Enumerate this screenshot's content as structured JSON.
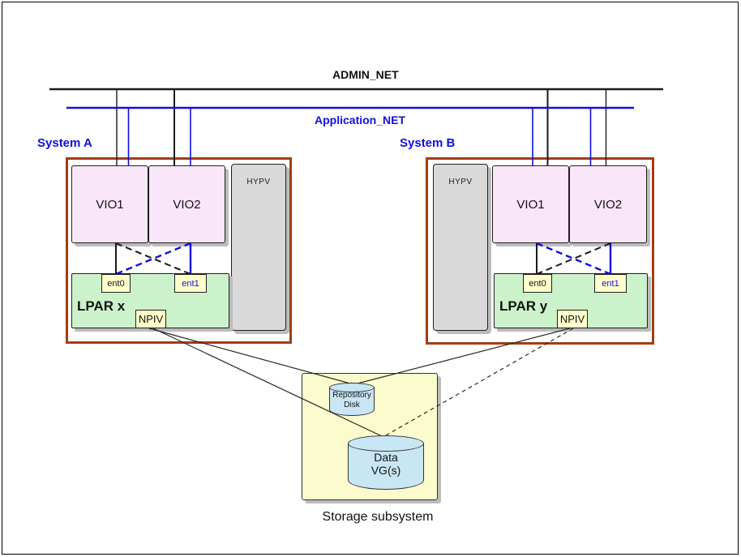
{
  "networks": {
    "admin_label": "ADMIN_NET",
    "application_label": "Application_NET"
  },
  "system_a": {
    "title": "System A",
    "vio1_label": "VIO1",
    "vio2_label": "VIO2",
    "hypv_label": "HYPV",
    "lpar_label": "LPAR x",
    "ent0_label": "ent0",
    "ent1_label": "ent1",
    "npiv_label": "NPIV"
  },
  "system_b": {
    "title": "System B",
    "vio1_label": "VIO1",
    "vio2_label": "VIO2",
    "hypv_label": "HYPV",
    "lpar_label": "LPAR y",
    "ent0_label": "ent0",
    "ent1_label": "ent1",
    "npiv_label": "NPIV"
  },
  "storage": {
    "repository_label": "Repository\nDisk",
    "data_vg_label": "Data\nVG(s)",
    "caption": "Storage subsystem"
  },
  "colors": {
    "admin_net_line": "#1a1a1a",
    "application_net_line": "#1010dd",
    "system_frame": "#a33c14",
    "vio_fill": "#f9e7f9",
    "hypv_fill": "#d9d9d9",
    "lpar_fill": "#ccf2cb",
    "port_fill": "#ffffcc",
    "storage_fill": "#fbfbce",
    "disk_fill": "#c9e6f5"
  }
}
